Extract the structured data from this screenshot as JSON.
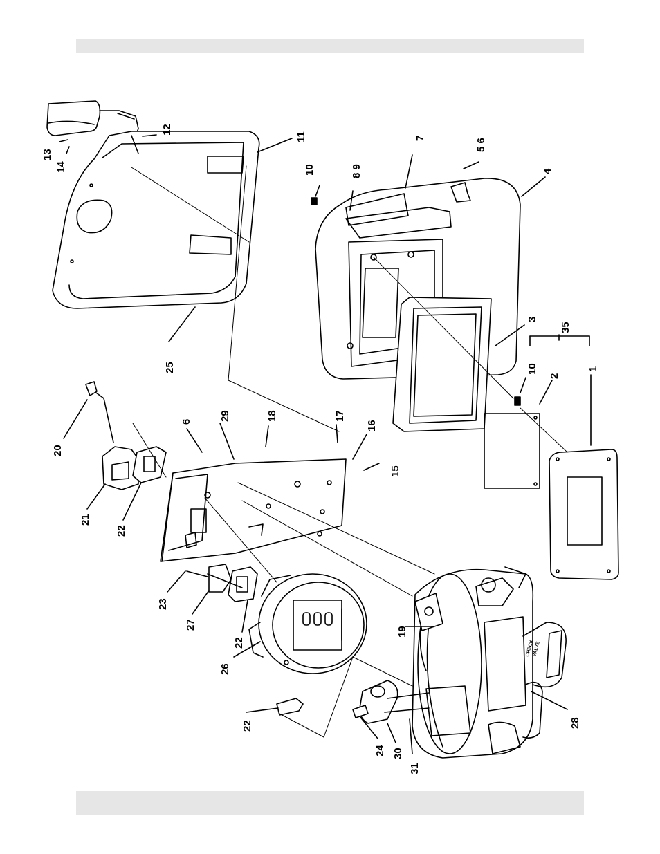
{
  "header_bar": "",
  "footer_bar": "",
  "callouts": [
    {
      "id": "c13",
      "text": "13"
    },
    {
      "id": "c14",
      "text": "14"
    },
    {
      "id": "c12",
      "text": "12"
    },
    {
      "id": "c11",
      "text": "11"
    },
    {
      "id": "c10a",
      "text": "10"
    },
    {
      "id": "c89",
      "text": "8 9"
    },
    {
      "id": "c7",
      "text": "7"
    },
    {
      "id": "c56",
      "text": "5 6"
    },
    {
      "id": "c4",
      "text": "4"
    },
    {
      "id": "c3",
      "text": "3"
    },
    {
      "id": "c35",
      "text": "35"
    },
    {
      "id": "c10b",
      "text": "10"
    },
    {
      "id": "c2",
      "text": "2"
    },
    {
      "id": "c1",
      "text": "1"
    },
    {
      "id": "c25",
      "text": "25"
    },
    {
      "id": "c20",
      "text": "20"
    },
    {
      "id": "c6",
      "text": "6"
    },
    {
      "id": "c29",
      "text": "29"
    },
    {
      "id": "c18",
      "text": "18"
    },
    {
      "id": "c17",
      "text": "17"
    },
    {
      "id": "c16",
      "text": "16"
    },
    {
      "id": "c15",
      "text": "15"
    },
    {
      "id": "c21",
      "text": "21"
    },
    {
      "id": "c22a",
      "text": "22"
    },
    {
      "id": "c23",
      "text": "23"
    },
    {
      "id": "c27",
      "text": "27"
    },
    {
      "id": "c22b",
      "text": "22"
    },
    {
      "id": "c19",
      "text": "19"
    },
    {
      "id": "c26",
      "text": "26"
    },
    {
      "id": "c22c",
      "text": "22"
    },
    {
      "id": "c28",
      "text": "28"
    },
    {
      "id": "c24",
      "text": "24"
    },
    {
      "id": "c30",
      "text": "30"
    },
    {
      "id": "c31",
      "text": "31"
    }
  ],
  "valve_text_1": "CHECK",
  "valve_text_2": "VALVE",
  "colors": {
    "ink": "#000000",
    "panel": "#e6e6e6",
    "paper": "#ffffff"
  }
}
